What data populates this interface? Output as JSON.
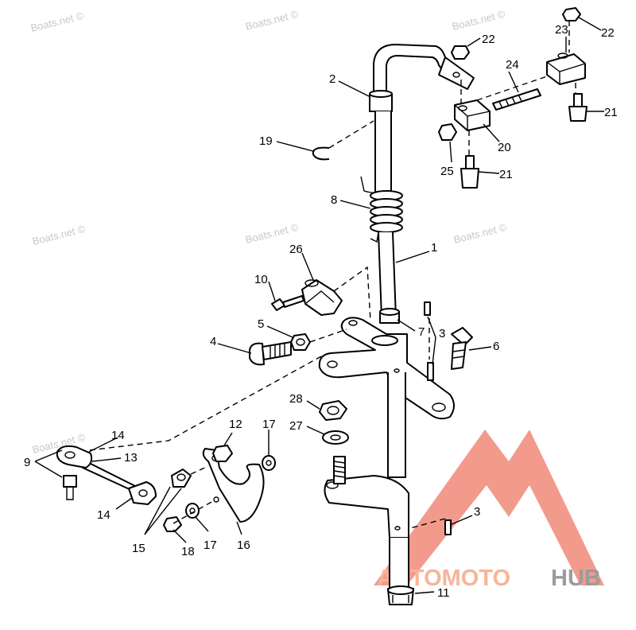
{
  "watermarks": [
    "Boats.net ©",
    "Boats.net ©",
    "Boats.net ©",
    "Boats.net ©",
    "Boats.net ©",
    "Boats.net ©",
    "Boats.net ©"
  ],
  "logo": {
    "part1": "AUTOMOTO",
    "part2": "HUB",
    "colors": {
      "triangle": "#f08a78",
      "text_accent": "#f5a98a",
      "text_gray": "#8a8a8a"
    }
  },
  "callouts": [
    "1",
    "2",
    "3",
    "3",
    "3",
    "4",
    "5",
    "6",
    "7",
    "8",
    "9",
    "10",
    "11",
    "12",
    "13",
    "14",
    "14",
    "15",
    "16",
    "17",
    "17",
    "18",
    "19",
    "20",
    "21",
    "21",
    "22",
    "22",
    "23",
    "24",
    "25",
    "26",
    "27",
    "28"
  ]
}
